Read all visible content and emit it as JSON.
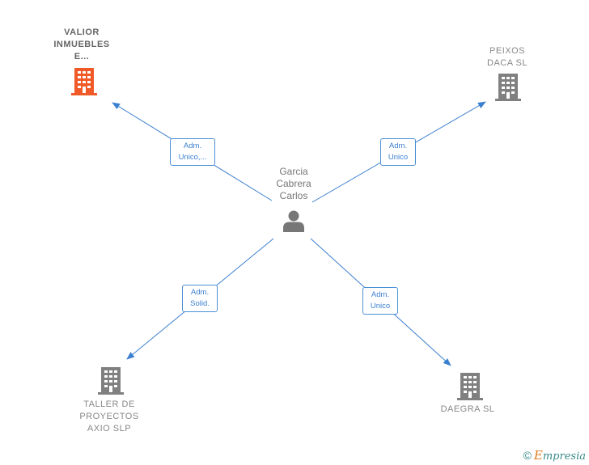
{
  "center": {
    "name_lines": [
      "Garcia",
      "Cabrera",
      "Carlos"
    ],
    "icon": "person-icon",
    "color": "#777777"
  },
  "companies": [
    {
      "id": "valior",
      "name_lines": [
        "VALIOR",
        "INMUEBLES",
        "E..."
      ],
      "icon": "building-icon",
      "color": "#f05a28",
      "highlight": true
    },
    {
      "id": "peixos",
      "name_lines": [
        "PEIXOS",
        "DACA  SL"
      ],
      "icon": "building-icon",
      "color": "#808080",
      "highlight": false
    },
    {
      "id": "taller",
      "name_lines": [
        "TALLER DE",
        "PROYECTOS",
        "AXIO  SLP"
      ],
      "icon": "building-icon",
      "color": "#808080",
      "highlight": false
    },
    {
      "id": "daegra",
      "name_lines": [
        "DAEGRA  SL"
      ],
      "icon": "building-icon",
      "color": "#808080",
      "highlight": false
    }
  ],
  "relations": [
    {
      "target": "valior",
      "label_lines": [
        "Adm.",
        "Unico,..."
      ]
    },
    {
      "target": "peixos",
      "label_lines": [
        "Adm.",
        "Unico"
      ]
    },
    {
      "target": "taller",
      "label_lines": [
        "Adm.",
        "Solid."
      ]
    },
    {
      "target": "daegra",
      "label_lines": [
        "Adm.",
        "Unico"
      ]
    }
  ],
  "colors": {
    "edge": "#3b7fd0",
    "highlight": "#f05a28",
    "building": "#808080"
  },
  "footer": {
    "copyright_symbol": "©",
    "brand_first": "E",
    "brand_rest": "mpresia"
  }
}
